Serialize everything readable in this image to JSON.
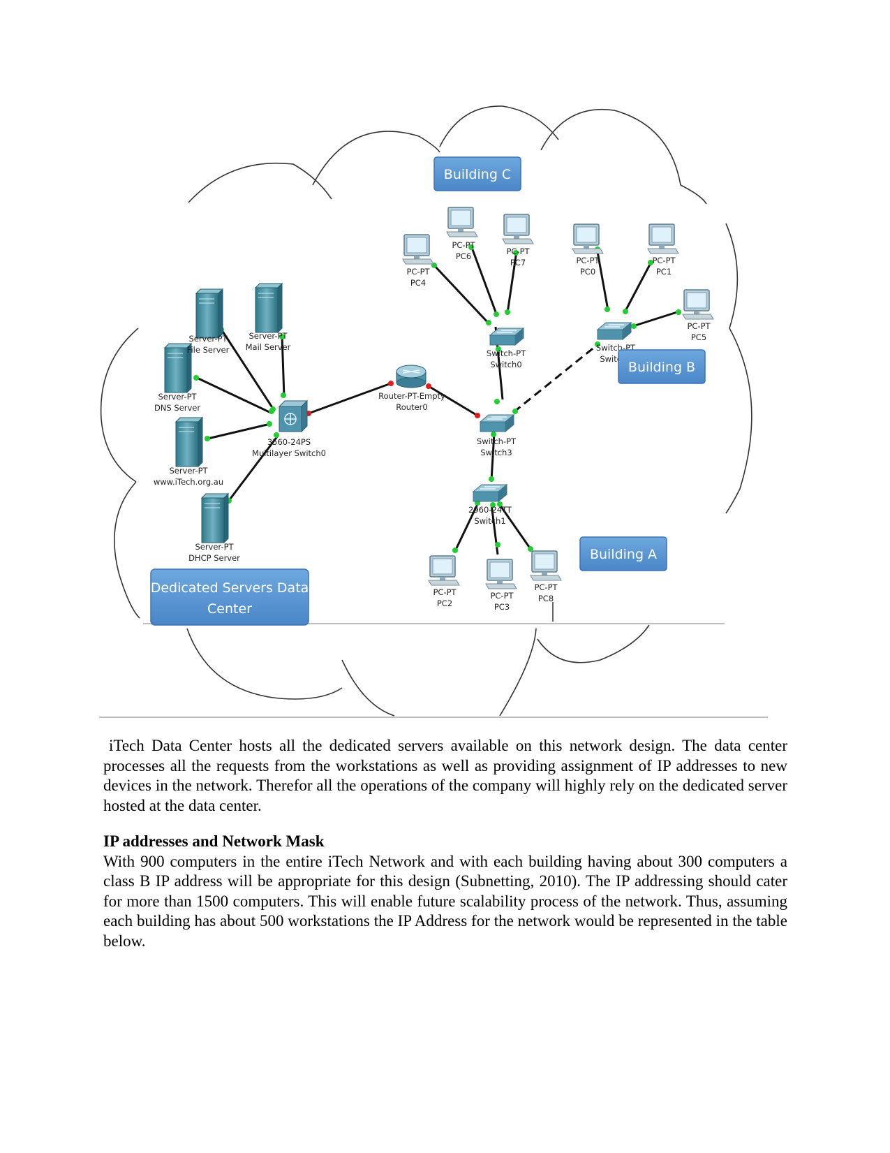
{
  "diagram": {
    "zones": {
      "building_c": "Building C",
      "building_b": "Building B",
      "building_a": "Building A",
      "data_center_line1": "Dedicated Servers Data",
      "data_center_line2": "Center"
    },
    "devices": {
      "file_server": [
        "Server-PT",
        "File Server"
      ],
      "mail_server": [
        "Server-PT",
        "Mail Server"
      ],
      "dns_server": [
        "Server-PT",
        "DNS Server"
      ],
      "web_server": [
        "Server-PT",
        "www.iTech.org.au"
      ],
      "dhcp_server": [
        "Server-PT",
        "DHCP Server"
      ],
      "multilayer_switch": [
        "3560-24PS",
        "Multilayer Switch0"
      ],
      "router": [
        "Router-PT-Empty",
        "Router0"
      ],
      "switch0": [
        "Switch-PT",
        "Switch0"
      ],
      "switch3": [
        "Switch-PT",
        "Switch3"
      ],
      "switch1": [
        "2960-24TT",
        "Switch1"
      ],
      "switch_b": [
        "Switch-PT",
        "Switch2"
      ],
      "pc4": [
        "PC-PT",
        "PC4"
      ],
      "pc6": [
        "PC-PT",
        "PC6"
      ],
      "pc7": [
        "PC-PT",
        "PC7"
      ],
      "pc0": [
        "PC-PT",
        "PC0"
      ],
      "pc1": [
        "PC-PT",
        "PC1"
      ],
      "pc5": [
        "PC-PT",
        "PC5"
      ],
      "pc2": [
        "PC-PT",
        "PC2"
      ],
      "pc3": [
        "PC-PT",
        "PC3"
      ],
      "pc8": [
        "PC-PT",
        "PC8"
      ]
    }
  },
  "paragraph1": "iTech Data Center hosts all the dedicated servers available on this network design. The data center processes all the requests from the workstations as well as providing assignment of IP addresses to new devices in the network. Therefor all the operations of the company will highly rely on the dedicated server hosted at the data center.",
  "heading": "IP addresses and Network Mask",
  "paragraph2": "With 900 computers in the entire iTech Network and with each building having about 300 computers a class B IP address will be appropriate for this design (Subnetting, 2010). The IP addressing should cater for more than 1500 computers. This will enable future scalability process of the network. Thus, assuming each building has about 500 workstations the IP Address for the network would be represented in the table below."
}
